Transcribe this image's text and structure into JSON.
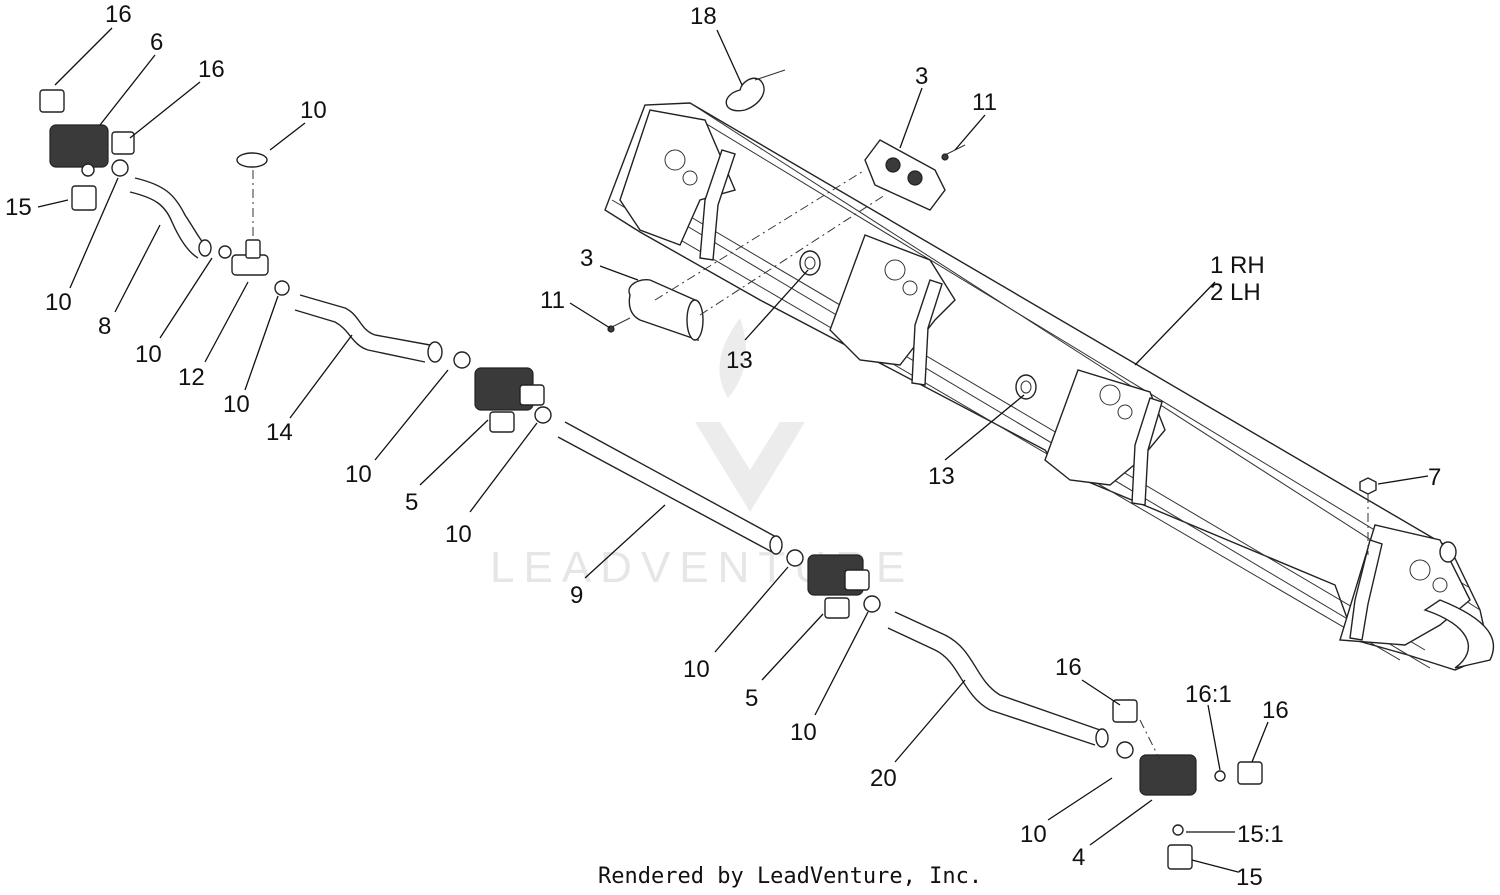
{
  "footer": "Rendered by LeadVenture, Inc.",
  "watermark": "LEADVENTURE",
  "callouts": [
    {
      "id": "c1",
      "text": "16"
    },
    {
      "id": "c2",
      "text": "6"
    },
    {
      "id": "c3",
      "text": "16"
    },
    {
      "id": "c4",
      "text": "15"
    },
    {
      "id": "c5",
      "text": "10"
    },
    {
      "id": "c6",
      "text": "10"
    },
    {
      "id": "c7",
      "text": "8"
    },
    {
      "id": "c8",
      "text": "10"
    },
    {
      "id": "c9",
      "text": "12"
    },
    {
      "id": "c10",
      "text": "10"
    },
    {
      "id": "c11",
      "text": "14"
    },
    {
      "id": "c12",
      "text": "10"
    },
    {
      "id": "c13",
      "text": "5"
    },
    {
      "id": "c14",
      "text": "10"
    },
    {
      "id": "c15",
      "text": "9"
    },
    {
      "id": "c16",
      "text": "10"
    },
    {
      "id": "c17",
      "text": "5"
    },
    {
      "id": "c18",
      "text": "10"
    },
    {
      "id": "c19",
      "text": "20"
    },
    {
      "id": "c20",
      "text": "10"
    },
    {
      "id": "c21",
      "text": "4"
    },
    {
      "id": "c22",
      "text": "16"
    },
    {
      "id": "c23",
      "text": "16:1"
    },
    {
      "id": "c24",
      "text": "16"
    },
    {
      "id": "c25",
      "text": "15:1"
    },
    {
      "id": "c26",
      "text": "15"
    },
    {
      "id": "c27",
      "text": "18"
    },
    {
      "id": "c28",
      "text": "3"
    },
    {
      "id": "c29",
      "text": "11"
    },
    {
      "id": "c30",
      "text": "3"
    },
    {
      "id": "c31",
      "text": "11"
    },
    {
      "id": "c32",
      "text": "13"
    },
    {
      "id": "c33",
      "text": "1 RH"
    },
    {
      "id": "c34",
      "text": "2 LH"
    },
    {
      "id": "c35",
      "text": "13"
    },
    {
      "id": "c36",
      "text": "7"
    }
  ]
}
